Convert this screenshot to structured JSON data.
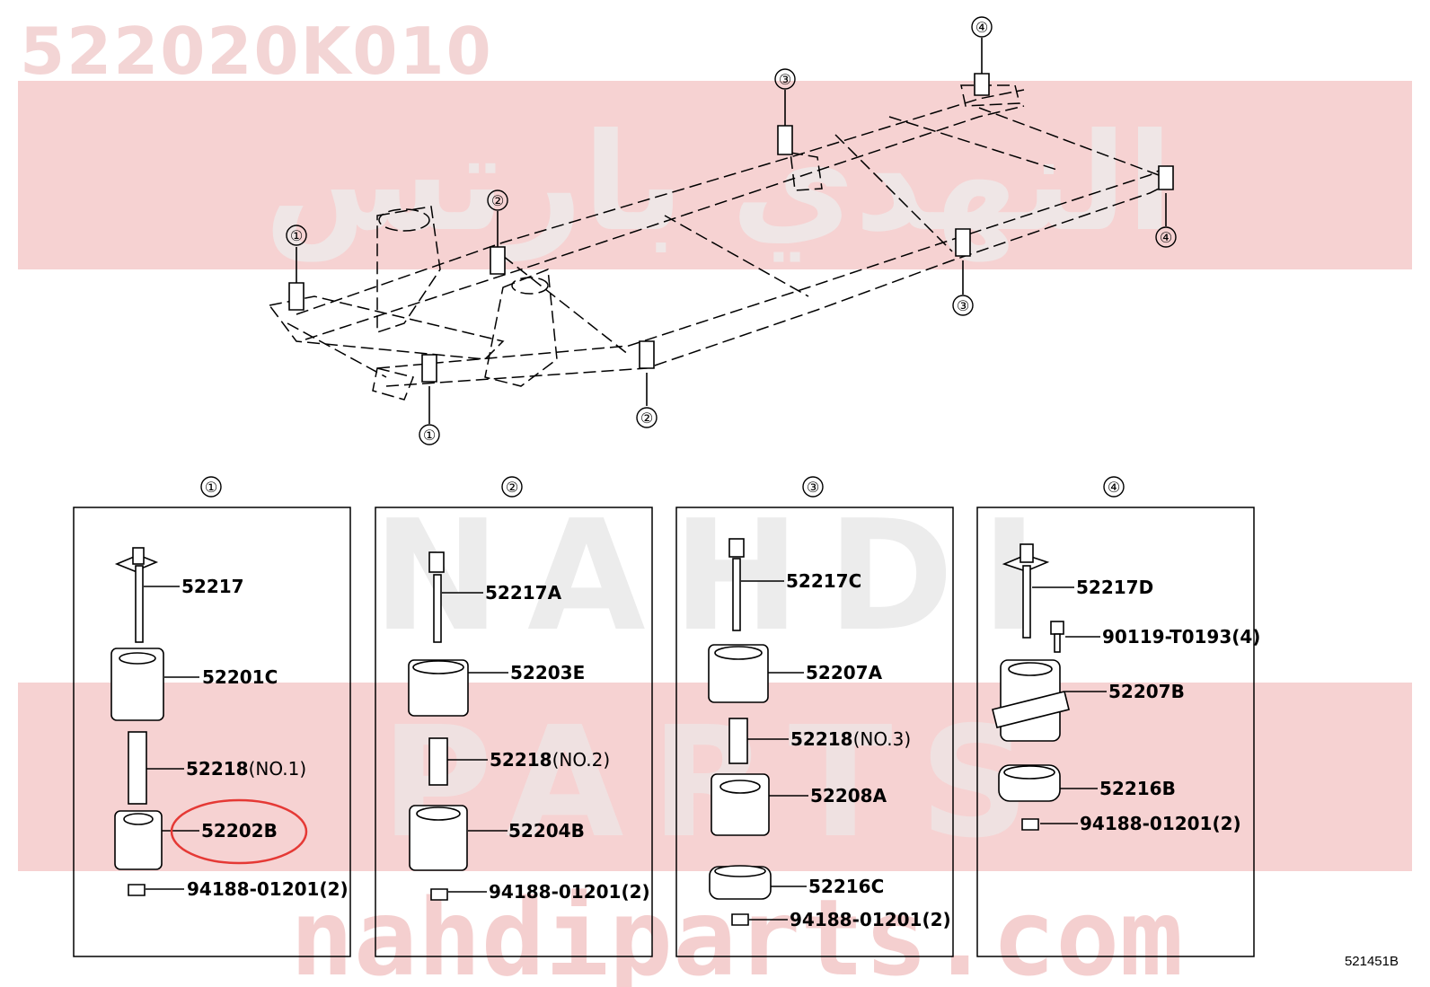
{
  "page_title": "522020K010",
  "watermark": {
    "arabic": "النهدي بارتس",
    "brand_line1": "NAHDI",
    "brand_line2": "PARTS",
    "url": "nahdiparts.com"
  },
  "callouts": {
    "c1": "①",
    "c2": "②",
    "c3": "③",
    "c4": "④"
  },
  "groups": [
    {
      "label": "①",
      "parts": [
        {
          "no": "52217",
          "qual": ""
        },
        {
          "no": "52201C",
          "qual": ""
        },
        {
          "no": "52218",
          "qual": "(NO.1)"
        },
        {
          "no": "52202B",
          "qual": ""
        },
        {
          "no": "94188-01201(2)",
          "qual": ""
        }
      ]
    },
    {
      "label": "②",
      "parts": [
        {
          "no": "52217A",
          "qual": ""
        },
        {
          "no": "52203E",
          "qual": ""
        },
        {
          "no": "52218",
          "qual": "(NO.2)"
        },
        {
          "no": "52204B",
          "qual": ""
        },
        {
          "no": "94188-01201(2)",
          "qual": ""
        }
      ]
    },
    {
      "label": "③",
      "parts": [
        {
          "no": "52217C",
          "qual": ""
        },
        {
          "no": "52207A",
          "qual": ""
        },
        {
          "no": "52218",
          "qual": "(NO.3)"
        },
        {
          "no": "52208A",
          "qual": ""
        },
        {
          "no": "52216C",
          "qual": ""
        },
        {
          "no": "94188-01201(2)",
          "qual": ""
        }
      ]
    },
    {
      "label": "④",
      "parts": [
        {
          "no": "52217D",
          "qual": ""
        },
        {
          "no": "90119-T0193(4)",
          "qual": ""
        },
        {
          "no": "52207B",
          "qual": ""
        },
        {
          "no": "52216B",
          "qual": ""
        },
        {
          "no": "94188-01201(2)",
          "qual": ""
        }
      ]
    }
  ],
  "highlighted_part": "52202B",
  "highlight_color": "#e53935",
  "diagram_code": "521451B"
}
